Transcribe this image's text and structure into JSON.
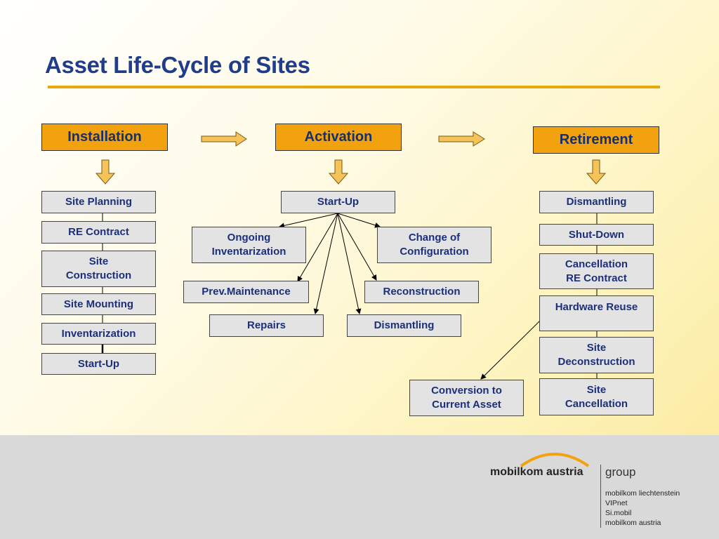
{
  "title": "Asset Life-Cycle of Sites",
  "phases": {
    "installation": "Installation",
    "activation": "Activation",
    "retirement": "Retirement"
  },
  "installation_steps": [
    "Site Planning",
    "RE Contract",
    "Site\nConstruction",
    "Site Mounting",
    "Inventarization",
    "Start-Up"
  ],
  "activation": {
    "root": "Start-Up",
    "children": [
      "Ongoing\nInventarization",
      "Change of\nConfiguration",
      "Prev.Maintenance",
      "Reconstruction",
      "Repairs",
      "Dismantling"
    ]
  },
  "retirement_steps": [
    "Dismantling",
    "Shut-Down",
    "Cancellation\nRE Contract",
    "Hardware Reuse",
    "Site\nDeconstruction",
    "Site\nCancellation"
  ],
  "conversion": "Conversion to\nCurrent Asset",
  "footer": {
    "brand": "mobilkom austria",
    "group": "group",
    "companies": [
      "mobilkom liechtenstein",
      "VIPnet",
      "Si.mobil",
      "mobilkom austria"
    ]
  },
  "colors": {
    "title": "#1f3d8a",
    "accent_rule": "#e8a80c",
    "phase_fill": "#f2a20e",
    "box_fill": "#e3e3e3",
    "footer_bg": "#d9d9d9"
  }
}
